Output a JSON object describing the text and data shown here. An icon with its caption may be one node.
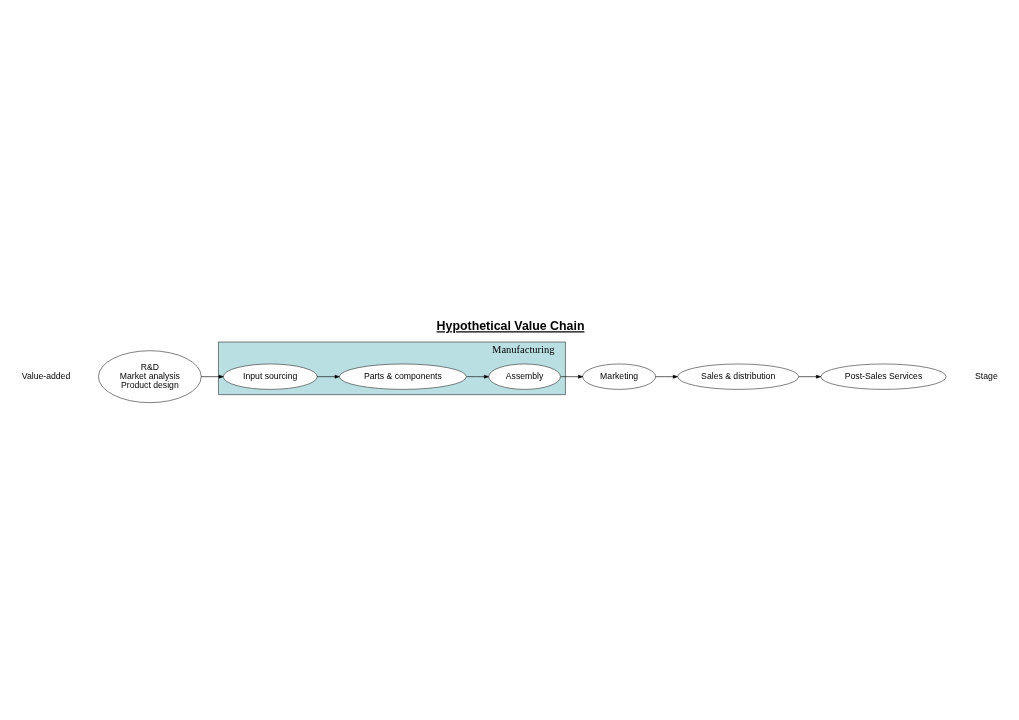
{
  "diagram": {
    "title": "Hypothetical Value Chain",
    "nodes": [
      {
        "text": [
          "R&D",
          "Market analysis",
          "Product design"
        ]
      },
      {
        "text": [
          "Manufacturing"
        ]
      },
      {
        "text": [
          "Input sourcing"
        ],
        "in": 1
      },
      {
        "text": [
          "Parts & components"
        ],
        "in": 1
      },
      {
        "text": [
          "Assembly"
        ],
        "in": 1
      },
      {
        "text": [
          "Marketing"
        ]
      },
      {
        "text": [
          "Sales & distribution"
        ]
      },
      {
        "text": [
          "Post-Sales Services"
        ]
      }
    ],
    "edges": [
      {
        "from": 0,
        "to": 2,
        "arrow": "to"
      },
      {
        "from": 2,
        "to": 3,
        "arrow": "to"
      },
      {
        "from": 3,
        "to": 4,
        "arrow": "to"
      },
      {
        "from": 4,
        "to": 5,
        "arrow": "to"
      },
      {
        "from": 5,
        "to": 6,
        "arrow": "to"
      },
      {
        "from": 6,
        "to": 7,
        "arrow": "to"
      }
    ],
    "labels": [
      "Value-added",
      "Stage"
    ]
  }
}
